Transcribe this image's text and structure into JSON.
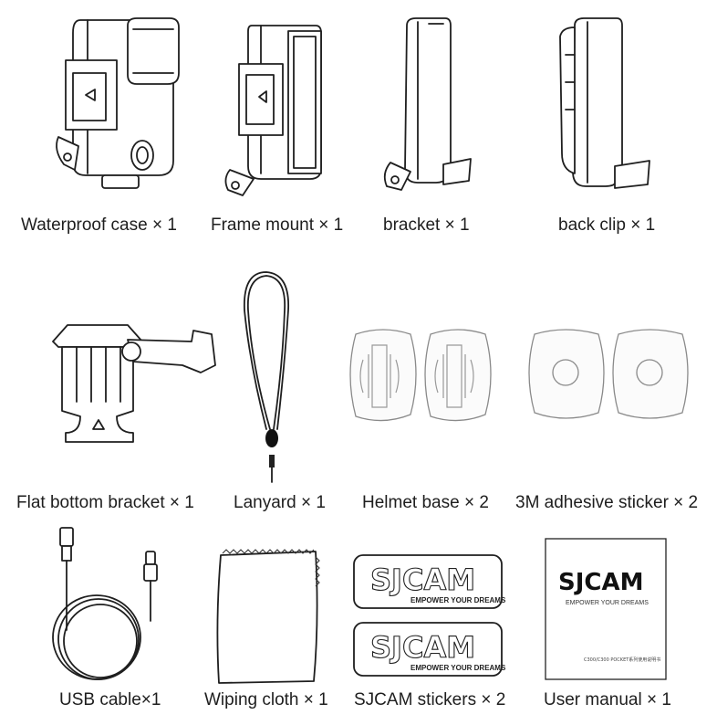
{
  "items": [
    {
      "caption": "Waterproof case × 1"
    },
    {
      "caption": "Frame mount × 1"
    },
    {
      "caption": "bracket × 1"
    },
    {
      "caption": "back clip × 1"
    },
    {
      "caption": "Flat bottom bracket × 1"
    },
    {
      "caption": "Lanyard × 1"
    },
    {
      "caption": "Helmet base × 2"
    },
    {
      "caption": "3M adhesive sticker × 2"
    },
    {
      "caption": "USB cable×1"
    },
    {
      "caption": "Wiping cloth × 1"
    },
    {
      "caption": "SJCAM stickers × 2"
    },
    {
      "caption": "User manual × 1"
    }
  ],
  "sticker": {
    "brand": "SJCAM",
    "slogan": "EMPOWER YOUR DREAMS"
  },
  "manual": {
    "brand": "SJCAM",
    "slogan": "EMPOWER YOUR DREAMS",
    "subtitle": "C300/C300 POCKET系列使用说明书"
  },
  "colors": {
    "accent": "#e8392b",
    "line": "#1f1f1f"
  }
}
